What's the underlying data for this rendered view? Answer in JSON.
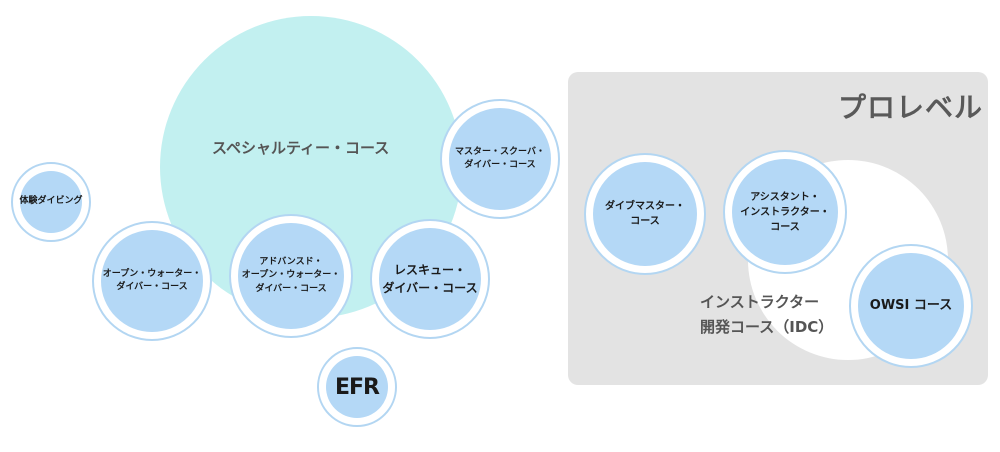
{
  "diagram": {
    "pro_level": {
      "title": "プロレベル",
      "idc": {
        "line1": "インストラクター",
        "line2": "開発コース（IDC）"
      }
    },
    "specialty": {
      "label": "スペシャルティー・コース"
    },
    "courses": {
      "trial": {
        "lines": [
          "体験ダイビング"
        ]
      },
      "open_water": {
        "lines": [
          "オープン・ウォーター・",
          "ダイバー・コース"
        ]
      },
      "advanced": {
        "lines": [
          "アドバンスド・",
          "オープン・ウォーター・",
          "ダイバー・コース"
        ]
      },
      "rescue": {
        "lines": [
          "レスキュー・",
          "ダイバー・コース"
        ]
      },
      "master_scuba": {
        "lines": [
          "マスター・スクーバ・",
          "ダイバー・コース"
        ]
      },
      "efr": {
        "lines": [
          "EFR"
        ]
      },
      "divemaster": {
        "lines": [
          "ダイブマスター・",
          "コース"
        ]
      },
      "assistant": {
        "lines": [
          "アシスタント・",
          "インストラクター・",
          "コース"
        ]
      },
      "owsi": {
        "lines": [
          "OWSI コース"
        ]
      }
    }
  }
}
